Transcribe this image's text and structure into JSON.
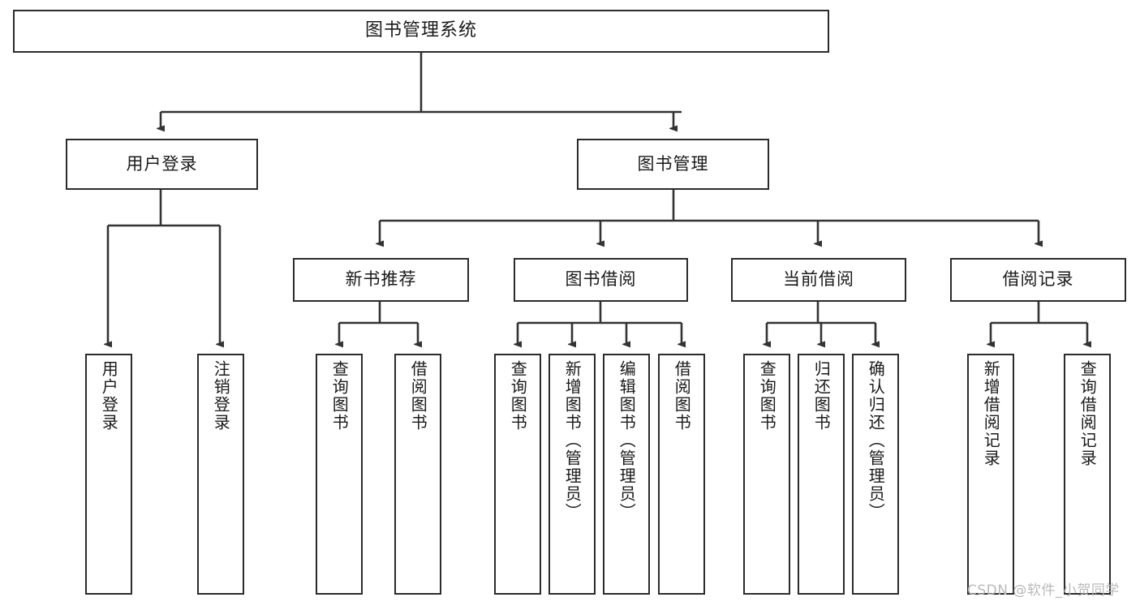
{
  "diagram": {
    "title": "图书管理系统",
    "type": "hierarchy-tree",
    "watermark": "CSDN @软件_小贺同学",
    "colors": {
      "box_border": "#2b2b2b",
      "box_fill": "#ffffff",
      "connector": "#333333",
      "text": "#1a1a1a",
      "watermark": "#b9b9b9",
      "background": "#ffffff"
    },
    "nodes": {
      "root": {
        "label": "图书管理系统",
        "level": 1,
        "orientation": "horizontal"
      },
      "level2": [
        {
          "id": "user-login",
          "label": "用户登录",
          "orientation": "horizontal"
        },
        {
          "id": "book-manage",
          "label": "图书管理",
          "orientation": "horizontal"
        }
      ],
      "level3": [
        {
          "id": "new-book-recommend",
          "label": "新书推荐",
          "orientation": "horizontal"
        },
        {
          "id": "book-borrow",
          "label": "图书借阅",
          "orientation": "horizontal"
        },
        {
          "id": "current-borrow",
          "label": "当前借阅",
          "orientation": "horizontal"
        },
        {
          "id": "borrow-record",
          "label": "借阅记录",
          "orientation": "horizontal"
        }
      ],
      "leaves": {
        "user-login": [
          {
            "id": "leaf-user-login",
            "label": "用户登录",
            "orientation": "vertical"
          },
          {
            "id": "leaf-user-logout",
            "label": "注销登录",
            "orientation": "vertical"
          }
        ],
        "new-book-recommend": [
          {
            "id": "leaf-query-book-1",
            "label": "查询图书",
            "orientation": "vertical"
          },
          {
            "id": "leaf-borrow-book-1",
            "label": "借阅图书",
            "orientation": "vertical"
          }
        ],
        "book-borrow": [
          {
            "id": "leaf-query-book-2",
            "label": "查询图书",
            "orientation": "vertical"
          },
          {
            "id": "leaf-add-book",
            "label": "新增图书（管理员）",
            "orientation": "vertical"
          },
          {
            "id": "leaf-edit-book",
            "label": "编辑图书（管理员）",
            "orientation": "vertical"
          },
          {
            "id": "leaf-borrow-book-2",
            "label": "借阅图书",
            "orientation": "vertical"
          }
        ],
        "current-borrow": [
          {
            "id": "leaf-query-book-3",
            "label": "查询图书",
            "orientation": "vertical"
          },
          {
            "id": "leaf-return-book",
            "label": "归还图书",
            "orientation": "vertical"
          },
          {
            "id": "leaf-confirm-return",
            "label": "确认归还（管理员）",
            "orientation": "vertical"
          }
        ],
        "borrow-record": [
          {
            "id": "leaf-add-record",
            "label": "新增借阅记录",
            "orientation": "vertical"
          },
          {
            "id": "leaf-query-record",
            "label": "查询借阅记录",
            "orientation": "vertical"
          }
        ]
      }
    }
  }
}
